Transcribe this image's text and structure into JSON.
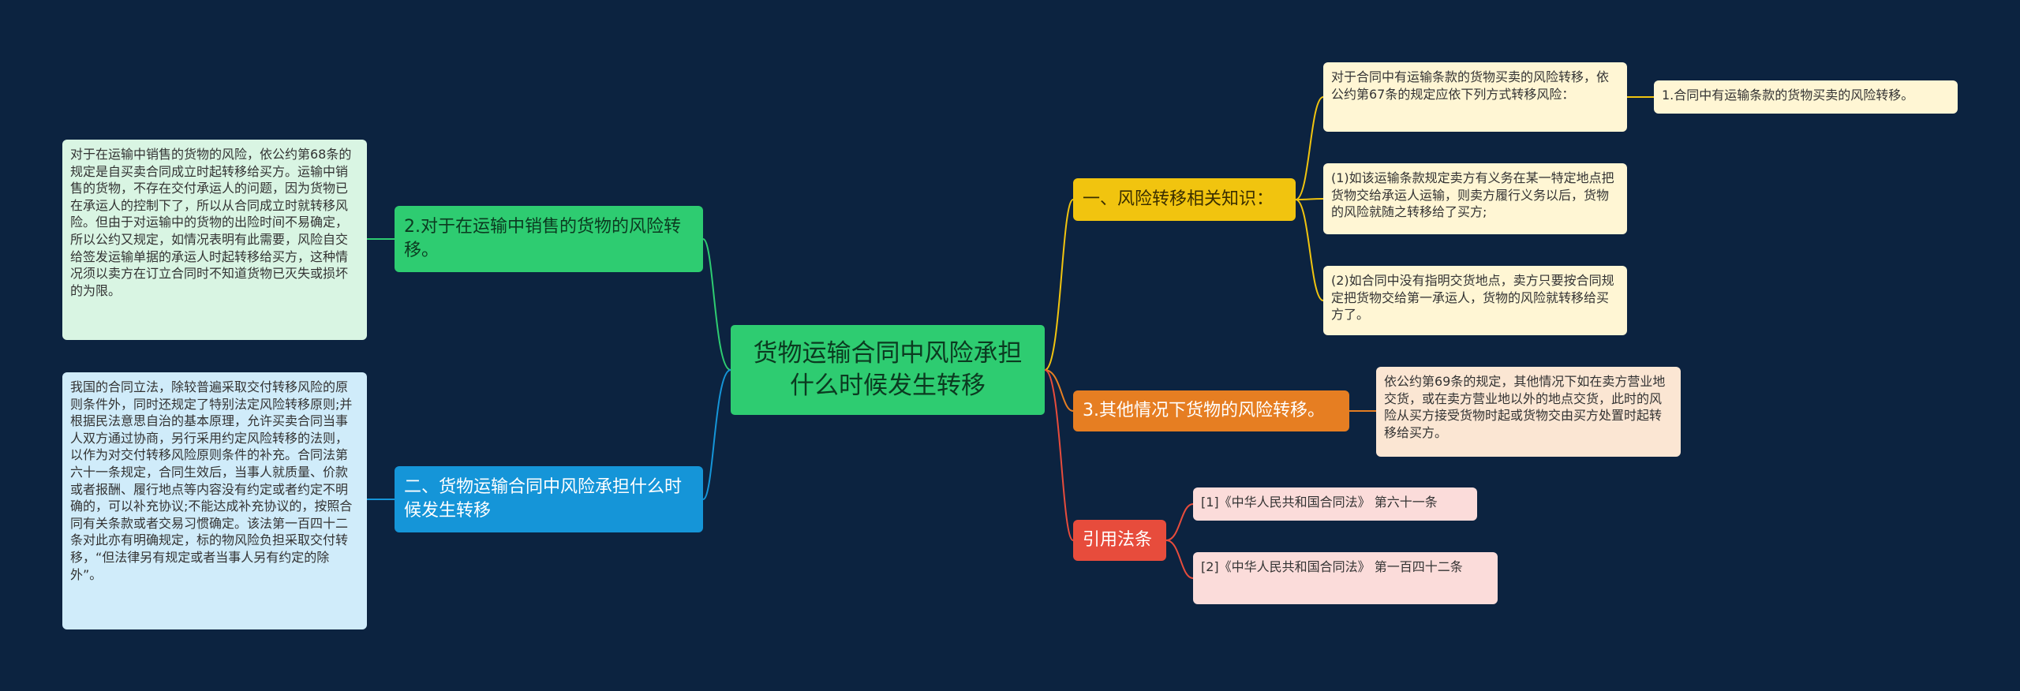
{
  "root": {
    "text": "货物运输合同中风险承担什么时候发生转移"
  },
  "left": {
    "branch1": {
      "text": "2.对于在运输中销售的货物的风险转移。",
      "leaf": "对于在运输中销售的货物的风险，依公约第68条的规定是自买卖合同成立时起转移给买方。运输中销售的货物，不存在交付承运人的问题，因为货物已在承运人的控制下了，所以从合同成立时就转移风险。但由于对运输中的货物的出险时间不易确定，所以公约又规定，如情况表明有此需要，风险自交给签发运输单据的承运人时起转移给买方，这种情况须以卖方在订立合同时不知道货物已灭失或损坏的为限。"
    },
    "branch2": {
      "text": "二、货物运输合同中风险承担什么时候发生转移",
      "leaf": "我国的合同立法，除较普遍采取交付转移风险的原则条件外，同时还规定了特别法定风险转移原则;并根据民法意思自治的基本原理，允许买卖合同当事人双方通过协商，另行采用约定风险转移的法则，以作为对交付转移风险原则条件的补充。合同法第六十一条规定，合同生效后，当事人就质量、价款或者报酬、履行地点等内容没有约定或者约定不明确的，可以补充协议;不能达成补充协议的，按照合同有关条款或者交易习惯确定。该法第一百四十二条对此亦有明确规定，标的物风险负担采取交付转移，“但法律另有规定或者当事人另有约定的除外”。"
    }
  },
  "right": {
    "branch1": {
      "text": "一、风险转移相关知识：",
      "leaf1": "对于合同中有运输条款的货物买卖的风险转移，依公约第67条的规定应依下列方式转移风险：",
      "leaf1_child": "1.合同中有运输条款的货物买卖的风险转移。",
      "leaf2": "(1)如该运输条款规定卖方有义务在某一特定地点把货物交给承运人运输，则卖方履行义务以后，货物的风险就随之转移给了买方;",
      "leaf3": "(2)如合同中没有指明交货地点，卖方只要按合同规定把货物交给第一承运人，货物的风险就转移给买方了。"
    },
    "branch2": {
      "text": "3.其他情况下货物的风险转移。",
      "leaf": "依公约第69条的规定，其他情况下如在卖方营业地交货，或在卖方营业地以外的地点交货，此时的风险从买方接受货物时起或货物交由买方处置时起转移给买方。"
    },
    "branch3": {
      "text": "引用法条",
      "leaf1": "[1]《中华人民共和国合同法》 第六十一条",
      "leaf2": "[2]《中华人民共和国合同法》 第一百四十二条"
    }
  },
  "colors": {
    "background": "#0c2340",
    "root": "#2ecc71",
    "green": "#2ecc71",
    "blue": "#1595d8",
    "yellow": "#f1c40f",
    "orange": "#e67e22",
    "red": "#e74c3c"
  }
}
